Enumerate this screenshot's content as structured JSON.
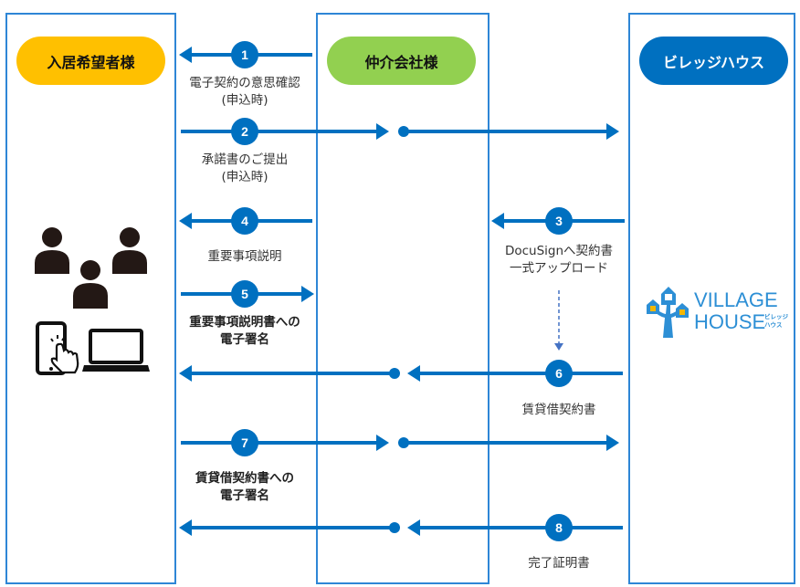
{
  "diagram": {
    "title": "電子契約フロー",
    "colors": {
      "accent": "#0070C0",
      "lane_border": "#2E86D6",
      "applicant": "#FFC000",
      "broker": "#92D050",
      "village_house": "#0070C0",
      "dashed": "#4472C4"
    },
    "lanes": [
      {
        "id": "applicant",
        "label": "入居希望者様"
      },
      {
        "id": "broker",
        "label": "仲介会社様"
      },
      {
        "id": "village_house",
        "label": "ビレッジハウス"
      }
    ],
    "applicant_icons": [
      "people-group-icon",
      "smartphone-tap-icon",
      "laptop-icon"
    ],
    "logo": {
      "line1": "VILLAGE",
      "line2": "HOUSE",
      "kana1": "ビレッジ",
      "kana2": "ハウス"
    },
    "steps": [
      {
        "number": "1",
        "from": "broker",
        "to": "applicant",
        "lines": [
          "電子契約の意思確認",
          "(申込時)"
        ],
        "bold": false
      },
      {
        "number": "2",
        "from": "applicant",
        "to": "village_house",
        "via": "broker",
        "lines": [
          "承諾書のご提出",
          "(申込時)"
        ],
        "bold": false
      },
      {
        "number": "3",
        "from": "village_house",
        "to": "broker",
        "lines": [
          "DocuSignへ契約書",
          "一式アップロード"
        ],
        "bold": false
      },
      {
        "number": "4",
        "from": "broker",
        "to": "applicant",
        "lines": [
          "重要事項説明"
        ],
        "bold": false
      },
      {
        "number": "5",
        "from": "applicant",
        "to": "broker",
        "lines": [
          "重要事項説明書への",
          "電子署名"
        ],
        "bold": true
      },
      {
        "number": "6",
        "from": "village_house",
        "to": "applicant",
        "via": "broker",
        "lines": [
          "賃貸借契約書"
        ],
        "bold": false
      },
      {
        "number": "7",
        "from": "applicant",
        "to": "village_house",
        "via": "broker",
        "lines": [
          "賃貸借契約書への",
          "電子署名"
        ],
        "bold": true
      },
      {
        "number": "8",
        "from": "village_house",
        "to": "applicant",
        "via": "broker",
        "lines": [
          "完了証明書"
        ],
        "bold": false
      }
    ]
  }
}
